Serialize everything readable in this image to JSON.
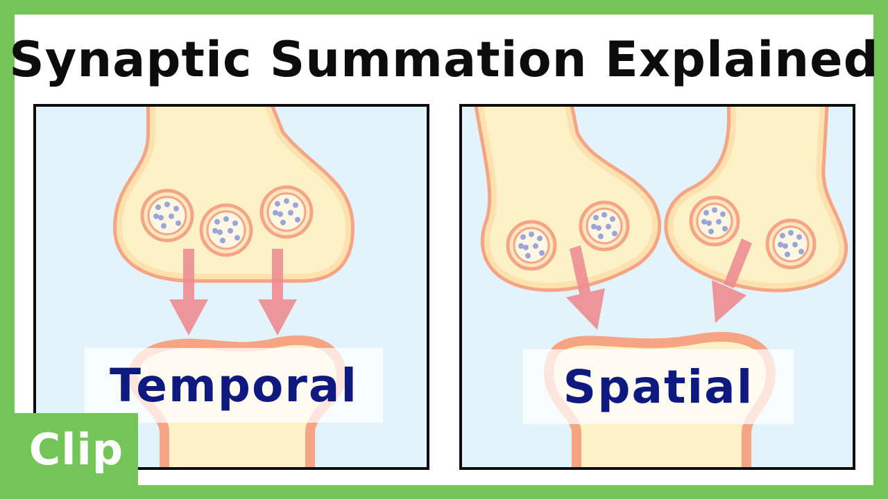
{
  "title": "Synaptic Summation Explained",
  "panels": {
    "left": {
      "label": "Temporal"
    },
    "right": {
      "label": "Spatial"
    }
  },
  "badge": {
    "label": "Clip"
  },
  "colors": {
    "background_green": "#73c557",
    "panel_bg": "#e2f3fc",
    "neuron_fill": "#fdf1c8",
    "membrane": "#f6a584",
    "arrow": "#ee8d91",
    "vesicle_dot": "#9aa6d8",
    "label_text": "#0f1a80"
  },
  "icons": [
    "presynaptic-terminal-icon",
    "postsynaptic-dendrite-icon",
    "synaptic-vesicle-icon",
    "neurotransmitter-arrow-icon"
  ]
}
